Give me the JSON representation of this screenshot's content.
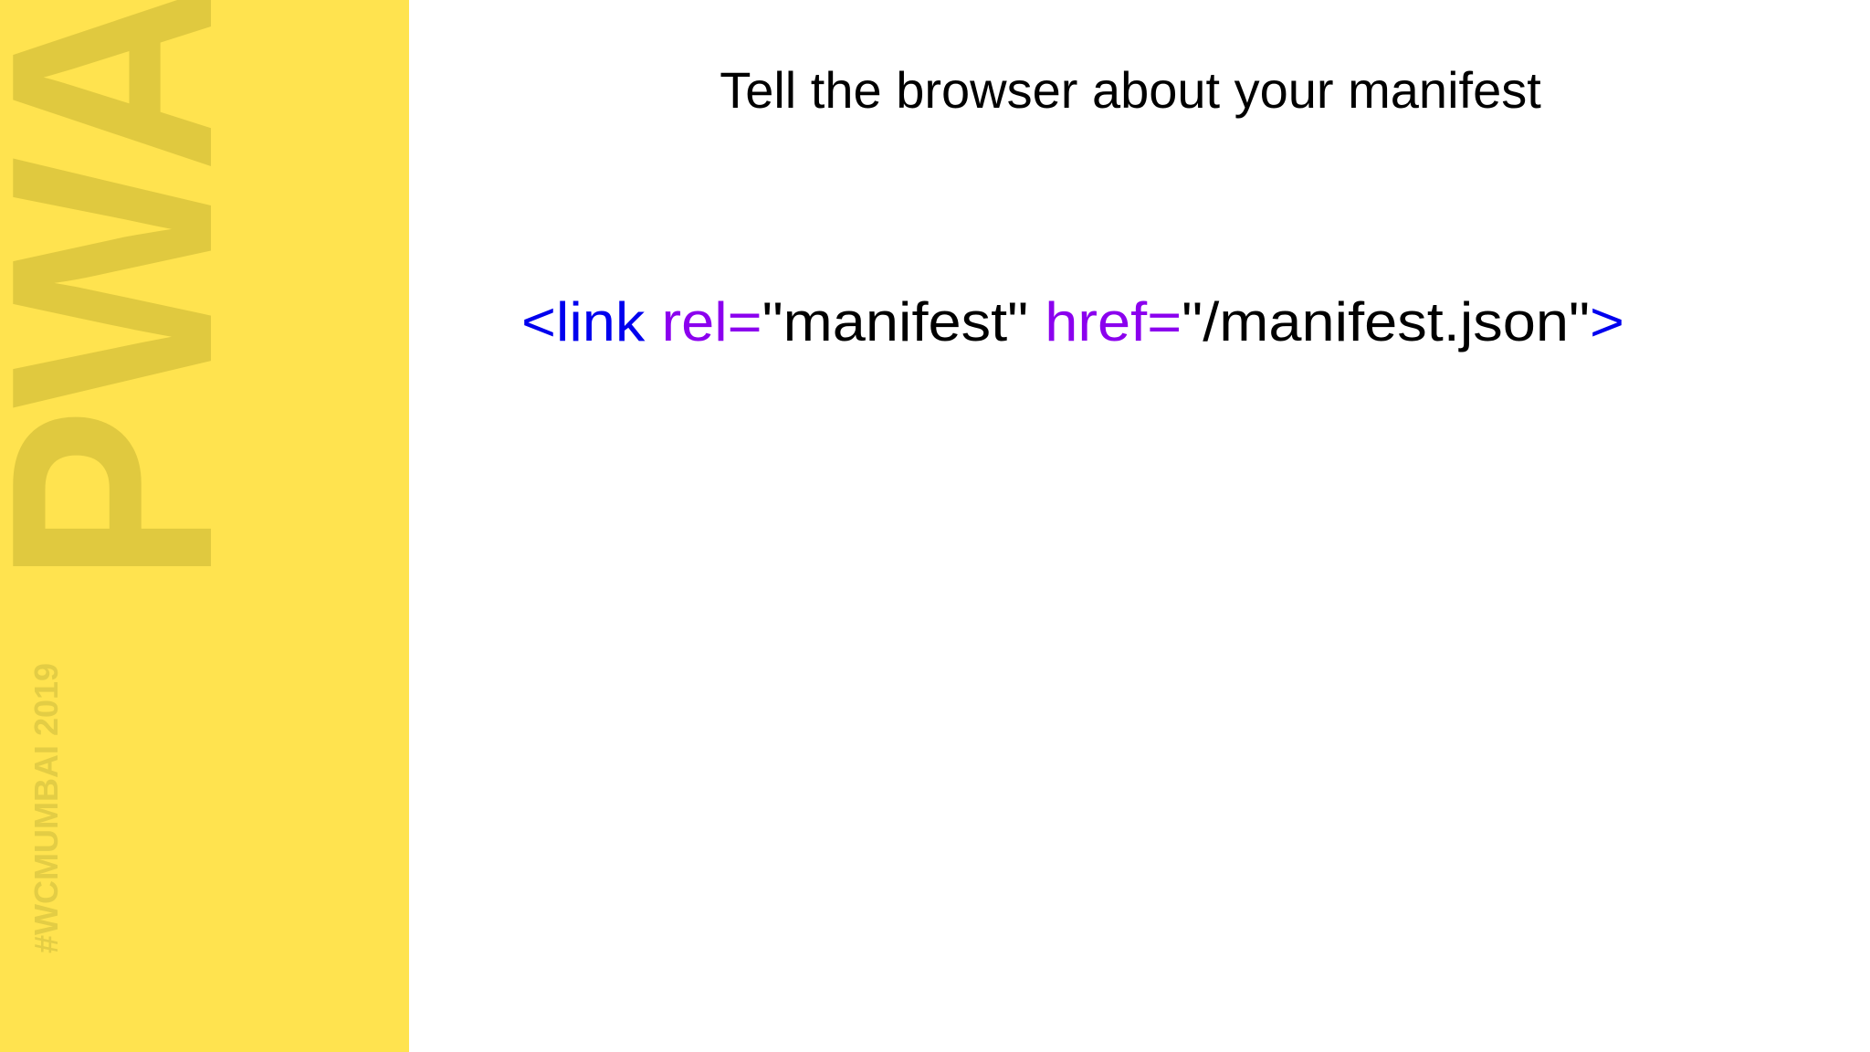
{
  "sidebar": {
    "logo_text": "PWA",
    "hashtag": "#WCMUMBAI 2019",
    "background_color": "#ffe34f",
    "logo_color": "#e0c93f"
  },
  "slide": {
    "title": "Tell the browser about your manifest",
    "code": {
      "open": "<link",
      "attr1": "rel=",
      "value1": "\"manifest\"",
      "attr2": "href=",
      "value2": "\"/manifest.json\"",
      "close": ">"
    },
    "colors": {
      "tag": "#0000ee",
      "attribute": "#8b00ee",
      "value": "#000000"
    }
  }
}
